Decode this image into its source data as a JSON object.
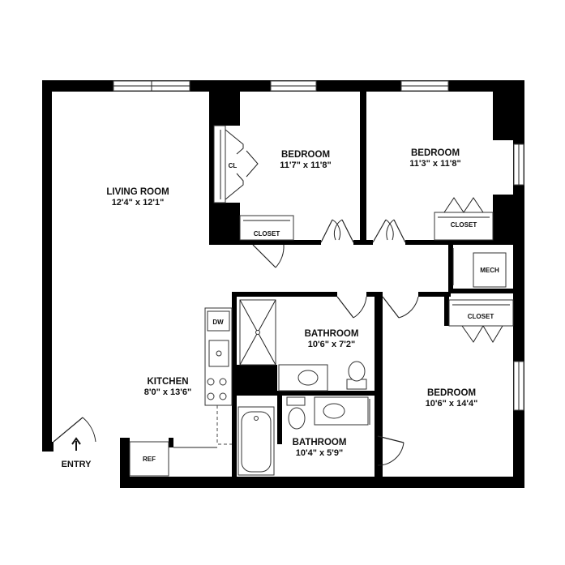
{
  "rooms": {
    "living": {
      "name": "LIVING ROOM",
      "dims": "12'4\" x 12'1\""
    },
    "bedroom1": {
      "name": "BEDROOM",
      "dims": "11'7\" x 11'8\""
    },
    "bedroom2": {
      "name": "BEDROOM",
      "dims": "11'3\" x 11'8\""
    },
    "bedroom3": {
      "name": "BEDROOM",
      "dims": "10'6\" x 14'4\""
    },
    "bathroom1": {
      "name": "BATHROOM",
      "dims": "10'6\" x 7'2\""
    },
    "bathroom2": {
      "name": "BATHROOM",
      "dims": "10'4\" x 5'9\""
    },
    "kitchen": {
      "name": "KITCHEN",
      "dims": "8'0\" x 13'6\""
    }
  },
  "labels": {
    "cl": "CL",
    "closet_bed1": "CLOSET",
    "closet_bed2": "CLOSET",
    "closet_bed3": "CLOSET",
    "mech": "MECH",
    "dw": "DW",
    "ref": "REF",
    "entry": "ENTRY"
  },
  "icons": {
    "entry_arrow": "up-arrow-icon"
  }
}
